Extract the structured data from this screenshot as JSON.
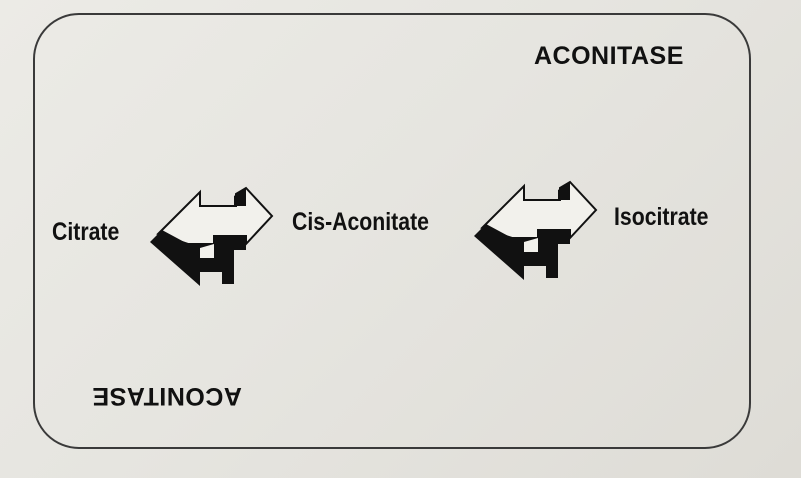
{
  "card": {
    "enzyme_top": "ACONITASE",
    "enzyme_bottom": "ACONITASE"
  },
  "reaction": {
    "substrate": "Citrate",
    "intermediate": "Cis-Aconitate",
    "product": "Isocitrate"
  },
  "arrows": [
    {
      "name": "reversible-arrow",
      "direction": "bidirectional"
    },
    {
      "name": "reversible-arrow",
      "direction": "bidirectional"
    }
  ],
  "colors": {
    "ink": "#111111",
    "card": "#ecebe6",
    "border": "#3a3a3a"
  }
}
